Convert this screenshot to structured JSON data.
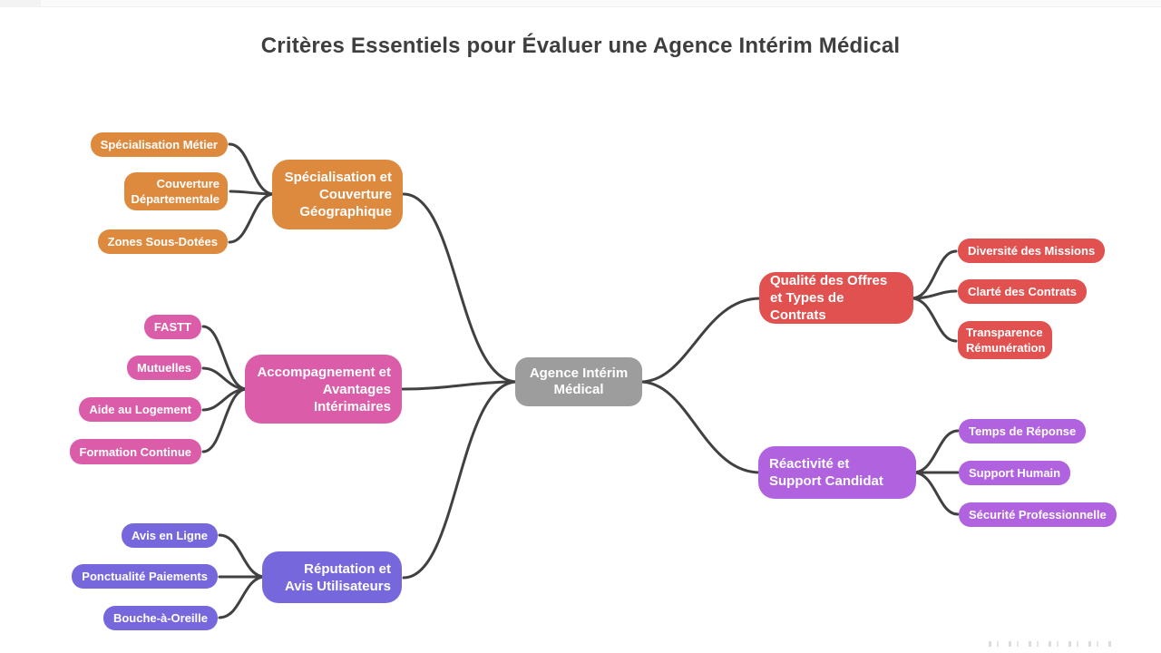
{
  "title": "Critères Essentiels pour Évaluer une Agence Intérim Médical",
  "mindmap": {
    "center": {
      "label": "Agence Intérim Médical",
      "color": "#9d9d9d"
    },
    "branches": [
      {
        "label": "Spécialisation et Couverture Géographique",
        "color": "#dd8a3f",
        "side": "left",
        "children": [
          "Spécialisation Métier",
          "Couverture Départementale",
          "Zones Sous-Dotées"
        ]
      },
      {
        "label": "Accompagnement et Avantages Intérimaires",
        "color": "#db5ca8",
        "side": "left",
        "children": [
          "FASTT",
          "Mutuelles",
          "Aide au Logement",
          "Formation Continue"
        ]
      },
      {
        "label": "Réputation et Avis Utilisateurs",
        "color": "#7668dc",
        "side": "left",
        "children": [
          "Avis en Ligne",
          "Ponctualité Paiements",
          "Bouche-à-Oreille"
        ]
      },
      {
        "label": "Qualité des Offres et Types de Contrats",
        "color": "#e15150",
        "side": "right",
        "children": [
          "Diversité des Missions",
          "Clarté des Contrats",
          "Transparence Rémunération"
        ]
      },
      {
        "label": "Réactivité et Support Candidat",
        "color": "#b162df",
        "side": "right",
        "children": [
          "Temps de Réponse",
          "Support Humain",
          "Sécurité Professionnelle"
        ]
      }
    ],
    "connector_color": "#414141",
    "background_color": "#ffffff",
    "title_color": "#3e3e3e"
  }
}
